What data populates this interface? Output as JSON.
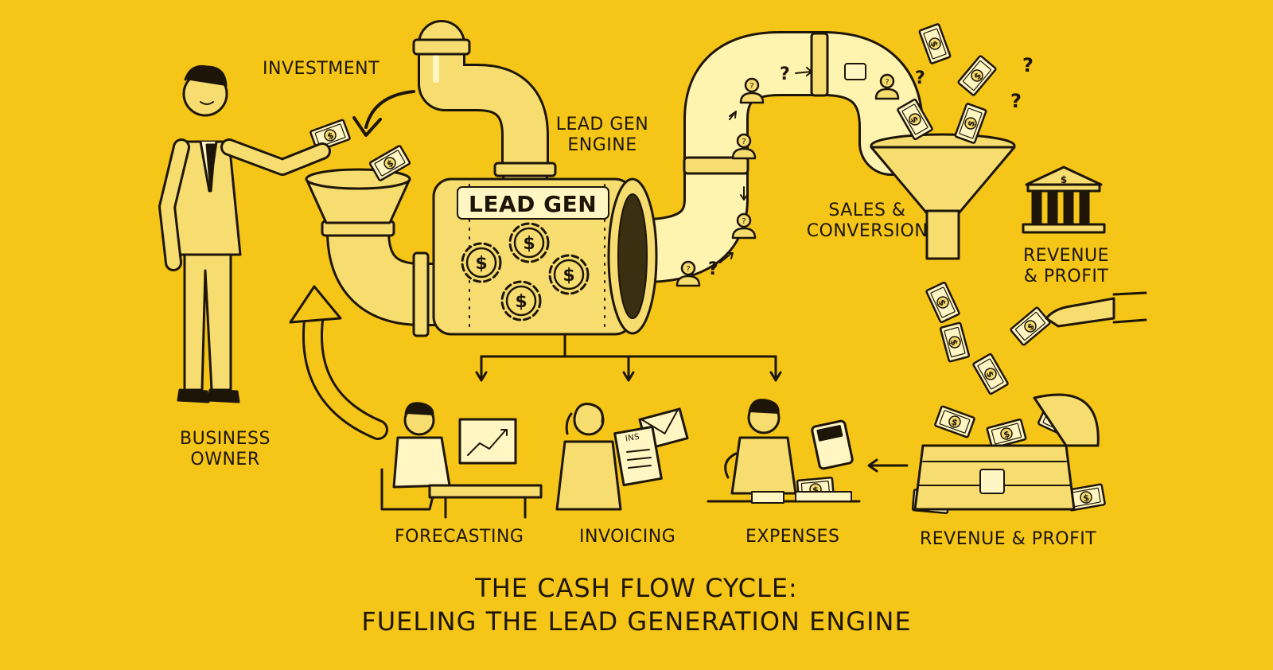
{
  "colors": {
    "background": "#f5c518",
    "ink": "#1d1608",
    "pipe": "#f7dc6f",
    "highlight": "#fff6c4"
  },
  "labels": {
    "investment": "INVESTMENT",
    "lead_gen_engine_1": "LEAD GEN",
    "lead_gen_engine_2": "ENGINE",
    "engine_body": "LEAD GEN",
    "sales_conversion_1": "SALES &",
    "sales_conversion_2": "CONVERSION",
    "revenue_profit_bank_1": "REVENUE",
    "revenue_profit_bank_2": "& PROFIT",
    "business_owner_1": "BUSINESS",
    "business_owner_2": "OWNER",
    "forecasting": "FORECASTING",
    "invoicing": "INVOICING",
    "expenses": "EXPENSES",
    "revenue_profit_chest": "REVENUE & PROFIT",
    "invoice_tag": "INS"
  },
  "title": {
    "line1": "THE CASH FLOW CYCLE:",
    "line2": "FUELING THE LEAD GENERATION ENGINE"
  },
  "icons": {
    "money": "dollar-bill-icon",
    "gear": "dollar-gear-icon",
    "bank": "bank-icon",
    "lead": "person-question-icon"
  }
}
